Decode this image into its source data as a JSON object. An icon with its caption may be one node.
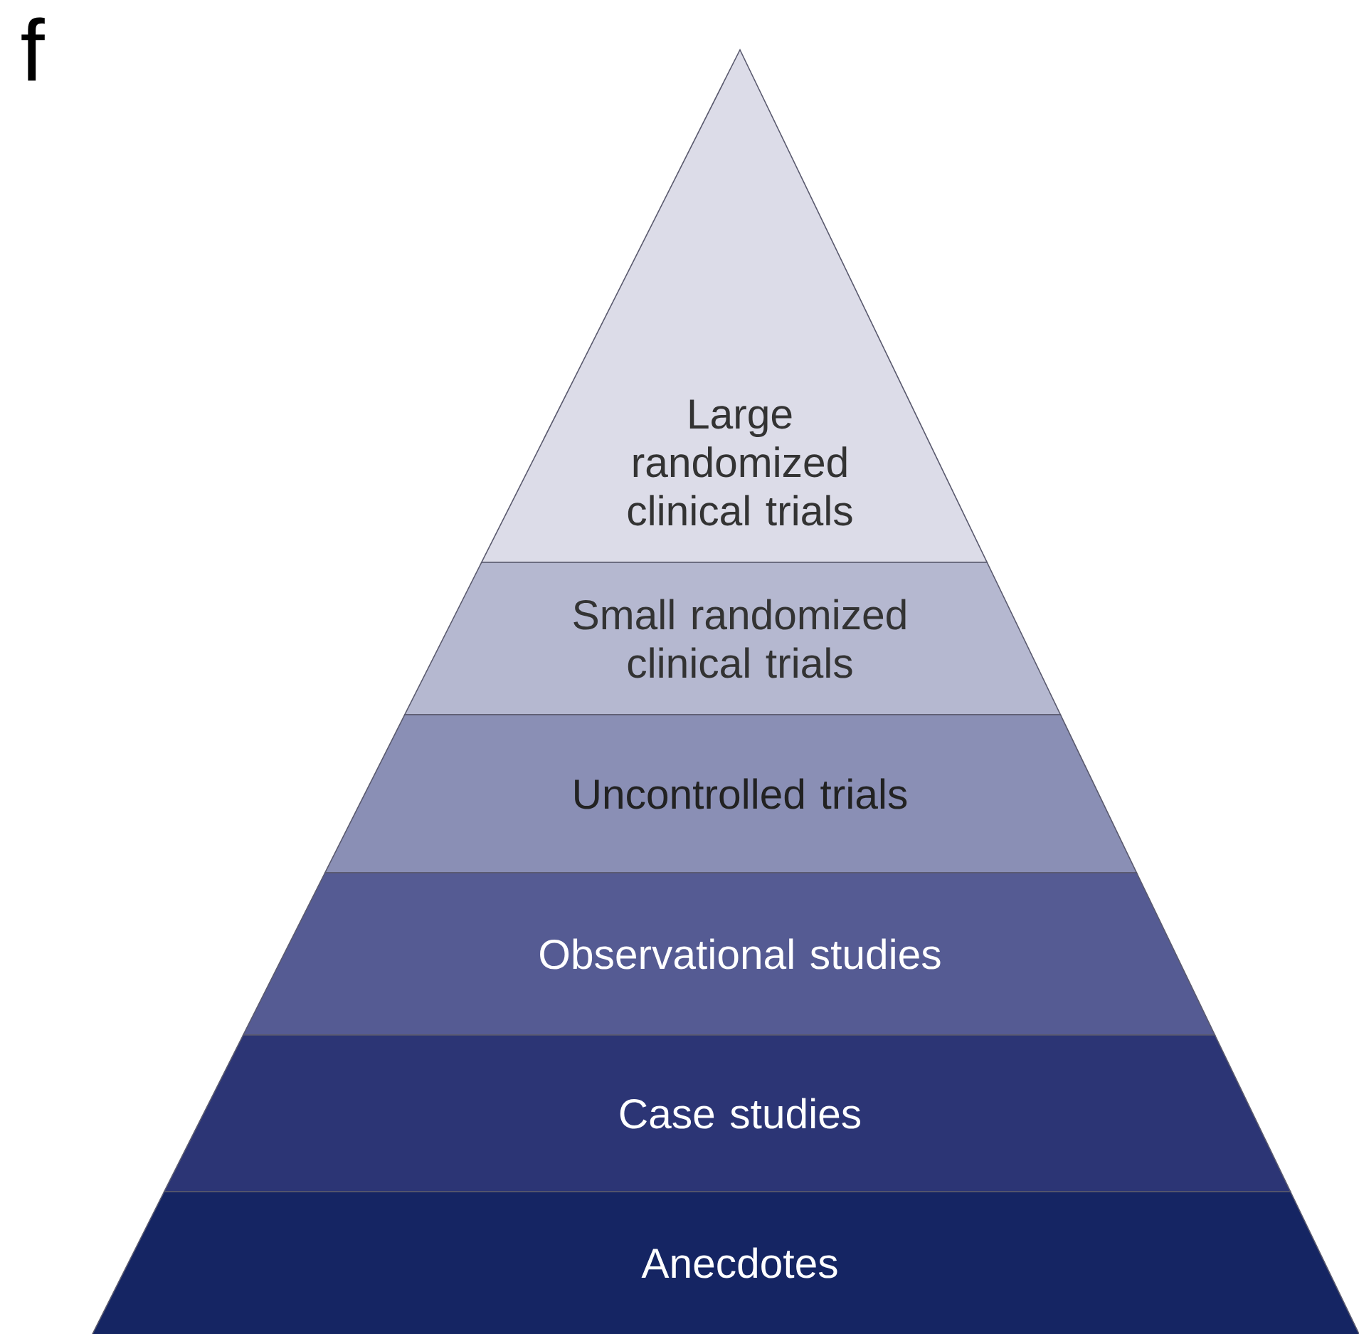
{
  "diagram": {
    "nodes": [
      {
        "text": [
          "Large randomized clinical trials"
        ]
      },
      {
        "text": [
          "Small randomized clinical trials"
        ]
      },
      {
        "text": [
          "Uncontrolled trials"
        ]
      },
      {
        "text": [
          "Observational studies"
        ]
      },
      {
        "text": [
          "Case studies"
        ]
      },
      {
        "text": [
          "Anecdotes"
        ]
      }
    ],
    "labels": [
      "f"
    ]
  }
}
